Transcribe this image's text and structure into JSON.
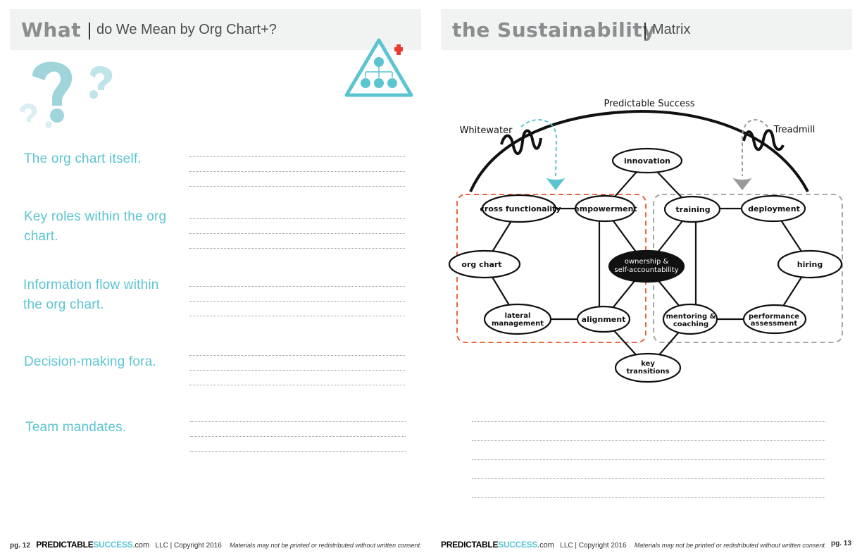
{
  "left_page": {
    "header": {
      "title_big": "What",
      "title_small": "do We Mean by Org Chart+?"
    },
    "icons": {
      "question": "question-marks-icon",
      "org": "org-chart-plus-icon"
    },
    "prompts": [
      {
        "label": "The org chart itself."
      },
      {
        "label": "Key roles within the org chart."
      },
      {
        "label": "Information flow within the org chart."
      },
      {
        "label": "Decision-making fora."
      },
      {
        "label": "Team mandates."
      }
    ],
    "footer": {
      "page": "pg. 12",
      "brand_a": "PREDICTABLE",
      "brand_b": "SUCCESS",
      "domain": ".com",
      "copyright": "LLC | Copyright 2016",
      "notice": "Materials may not be printed or redistributed without written consent."
    }
  },
  "right_page": {
    "header": {
      "title_big": "the Sustainability",
      "title_small": "Matrix"
    },
    "diagram": {
      "arc_labels": {
        "top": "Predictable Success",
        "left": "Whitewater",
        "right": "Treadmill"
      },
      "nodes": {
        "innovation": "innovation",
        "cross_functionality": "cross functionality",
        "empowerment": "empowerment",
        "training": "training",
        "deployment": "deployment",
        "org_chart": "org chart",
        "ownership_1": "ownership &",
        "ownership_2": "self-accountability",
        "hiring": "hiring",
        "lateral_1": "lateral",
        "lateral_2": "management",
        "alignment": "alignment",
        "mentoring_1": "mentoring &",
        "mentoring_2": "coaching",
        "performance_1": "performance",
        "performance_2": "assessment",
        "key_1": "key",
        "key_2": "transitions"
      },
      "colors": {
        "whitewater_box": "#e8663d",
        "treadmill_box": "#a6a6a6",
        "whitewater_arrow": "#5bc4d1",
        "treadmill_arrow": "#999999"
      }
    },
    "footer": {
      "page": "pg. 13",
      "brand_a": "PREDICTABLE",
      "brand_b": "SUCCESS",
      "domain": ".com",
      "copyright": "LLC | Copyright 2016",
      "notice": "Materials may not be printed or redistributed without written consent."
    }
  },
  "accent_color": "#5bc4d1",
  "plus_color": "#e63b2e"
}
